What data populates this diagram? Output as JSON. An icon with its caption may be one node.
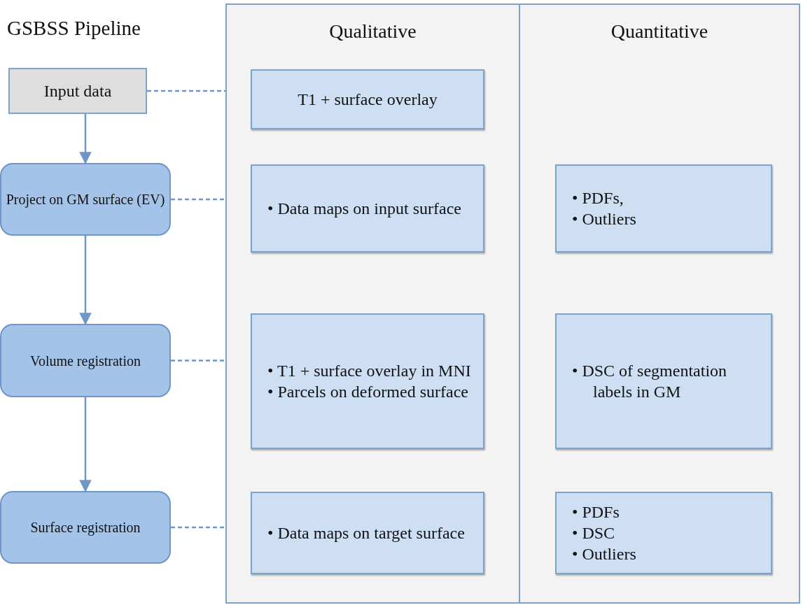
{
  "diagram": {
    "title": "GSBSS Pipeline",
    "nodes": [
      {
        "text": [
          "Input data"
        ]
      },
      {
        "text": [
          "Project on GM surface (EV)"
        ]
      },
      {
        "text": [
          "Volume registration"
        ]
      },
      {
        "text": [
          "Surface registration"
        ]
      },
      {
        "text": [
          "Qualitative"
        ]
      },
      {
        "text": [
          "T1 + surface overlay"
        ],
        "in": 4
      },
      {
        "text": [
          "• Data maps on input surface"
        ],
        "in": 4
      },
      {
        "text": [
          "• T1 + surface overlay in MNI",
          "• Parcels on deformed surface"
        ],
        "in": 4
      },
      {
        "text": [
          "• Data maps on target surface"
        ],
        "in": 4
      },
      {
        "text": [
          "Quantitative"
        ]
      },
      {
        "text": [
          "• PDFs,",
          "• Outliers"
        ],
        "in": 9
      },
      {
        "text": [
          "• DSC of segmentation labels in GM"
        ],
        "in": 9
      },
      {
        "text": [
          "• PDFs",
          "• DSC",
          "• Outliers"
        ],
        "in": 9
      }
    ],
    "edges": [
      {
        "from": 0,
        "to": 1,
        "arrow": "to"
      },
      {
        "from": 1,
        "to": 2,
        "arrow": "to"
      },
      {
        "from": 2,
        "to": 3,
        "arrow": "to"
      },
      {
        "from": 0,
        "to": 4,
        "arrow": "none",
        "style": "dashed"
      },
      {
        "from": 1,
        "to": 4,
        "arrow": "none",
        "style": "dashed"
      },
      {
        "from": 2,
        "to": 4,
        "arrow": "none",
        "style": "dashed"
      },
      {
        "from": 3,
        "to": 4,
        "arrow": "none",
        "style": "dashed"
      }
    ]
  }
}
